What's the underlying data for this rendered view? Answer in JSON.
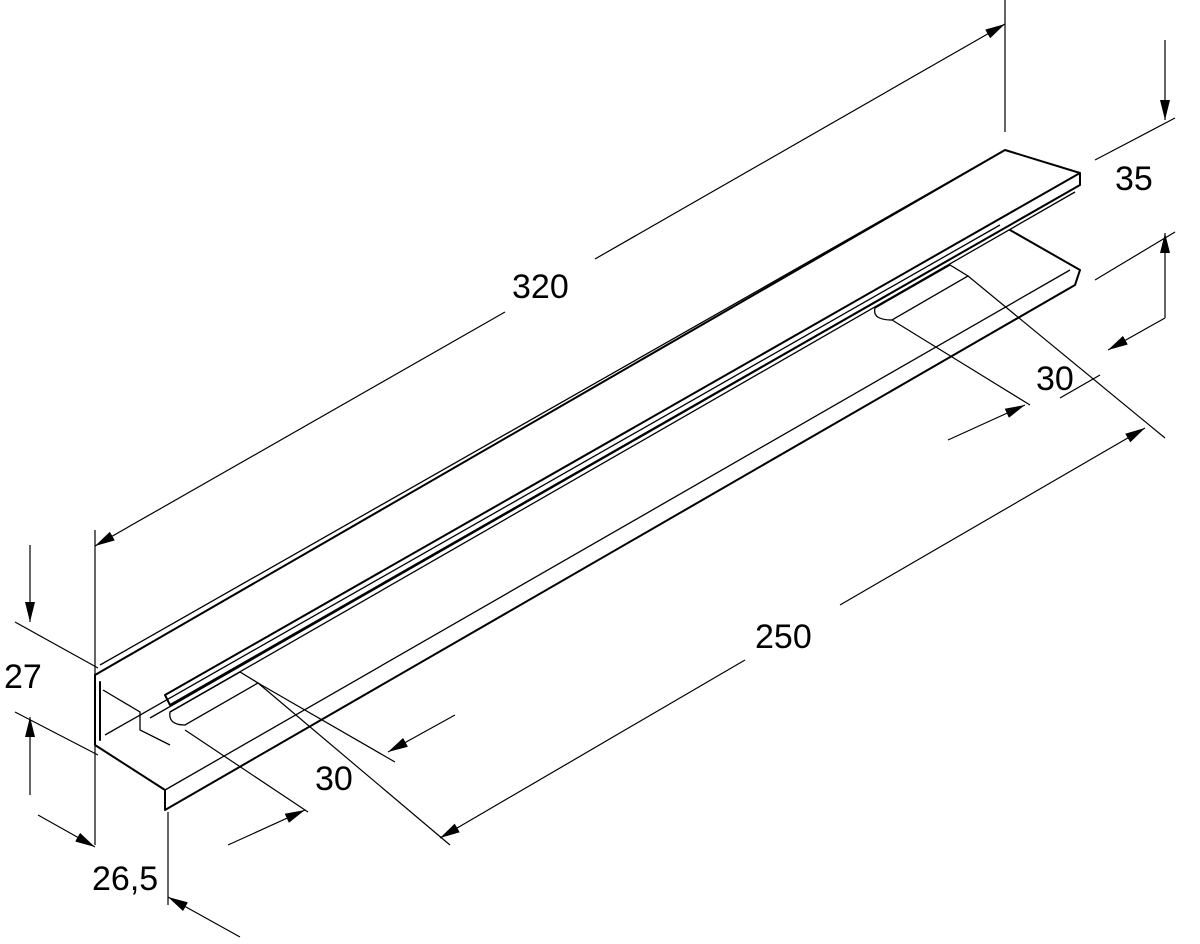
{
  "drawing": {
    "colors": {
      "line": "#000000",
      "background": "#ffffff"
    },
    "dimensions": {
      "length_total": "320",
      "length_slot_spacing": "250",
      "height_right": "35",
      "slot_right": "30",
      "slot_left": "30",
      "height_left": "27",
      "width_left": "26,5"
    }
  }
}
